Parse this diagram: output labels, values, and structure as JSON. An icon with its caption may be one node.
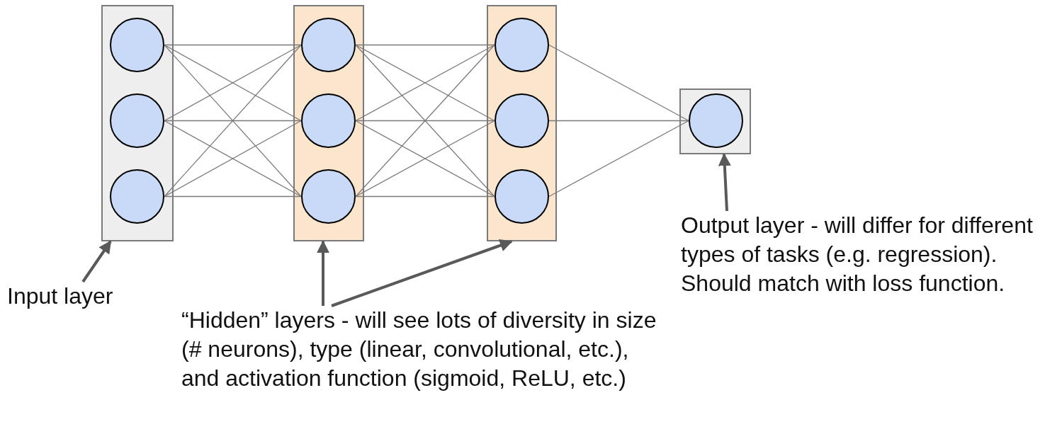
{
  "diagram": {
    "nodes": [
      {
        "text": [],
        "shape": "box"
      },
      {
        "text": [],
        "shape": "circle",
        "in": 0
      },
      {
        "text": [],
        "shape": "circle",
        "in": 0
      },
      {
        "text": [],
        "shape": "circle",
        "in": 0
      },
      {
        "text": [],
        "shape": "box"
      },
      {
        "text": [],
        "shape": "circle",
        "in": 4
      },
      {
        "text": [],
        "shape": "circle",
        "in": 4
      },
      {
        "text": [],
        "shape": "circle",
        "in": 4
      },
      {
        "text": [],
        "shape": "box"
      },
      {
        "text": [],
        "shape": "circle",
        "in": 8
      },
      {
        "text": [],
        "shape": "circle",
        "in": 8
      },
      {
        "text": [],
        "shape": "circle",
        "in": 8
      },
      {
        "text": [],
        "shape": "box"
      },
      {
        "text": [],
        "shape": "circle",
        "in": 12
      },
      {
        "text": [
          "Input layer"
        ]
      },
      {
        "text": [
          "“Hidden” layers - will see lots of diversity in size (# neurons), type (linear, convolutional, etc.), and activation function (sigmoid, ReLU, etc.)"
        ]
      },
      {
        "text": [
          "Output layer - will differ for different types of tasks (e.g. regression). Should match with loss function."
        ]
      }
    ],
    "edges": [
      {
        "from": 1,
        "to": 5,
        "arrow": "none"
      },
      {
        "from": 1,
        "to": 6,
        "arrow": "none"
      },
      {
        "from": 1,
        "to": 7,
        "arrow": "none"
      },
      {
        "from": 2,
        "to": 5,
        "arrow": "none"
      },
      {
        "from": 2,
        "to": 6,
        "arrow": "none"
      },
      {
        "from": 2,
        "to": 7,
        "arrow": "none"
      },
      {
        "from": 3,
        "to": 5,
        "arrow": "none"
      },
      {
        "from": 3,
        "to": 6,
        "arrow": "none"
      },
      {
        "from": 3,
        "to": 7,
        "arrow": "none"
      },
      {
        "from": 5,
        "to": 9,
        "arrow": "none"
      },
      {
        "from": 5,
        "to": 10,
        "arrow": "none"
      },
      {
        "from": 5,
        "to": 11,
        "arrow": "none"
      },
      {
        "from": 6,
        "to": 9,
        "arrow": "none"
      },
      {
        "from": 6,
        "to": 10,
        "arrow": "none"
      },
      {
        "from": 6,
        "to": 11,
        "arrow": "none"
      },
      {
        "from": 7,
        "to": 9,
        "arrow": "none"
      },
      {
        "from": 7,
        "to": 10,
        "arrow": "none"
      },
      {
        "from": 7,
        "to": 11,
        "arrow": "none"
      },
      {
        "from": 9,
        "to": 13,
        "arrow": "none"
      },
      {
        "from": 10,
        "to": 13,
        "arrow": "none"
      },
      {
        "from": 11,
        "to": 13,
        "arrow": "none"
      },
      {
        "from": 14,
        "to": 0,
        "arrow": "to",
        "style": "thick"
      },
      {
        "from": 15,
        "to": 4,
        "arrow": "to",
        "style": "thick"
      },
      {
        "from": 15,
        "to": 8,
        "arrow": "to",
        "style": "thick"
      },
      {
        "from": 16,
        "to": 12,
        "arrow": "to",
        "style": "thick"
      }
    ]
  }
}
